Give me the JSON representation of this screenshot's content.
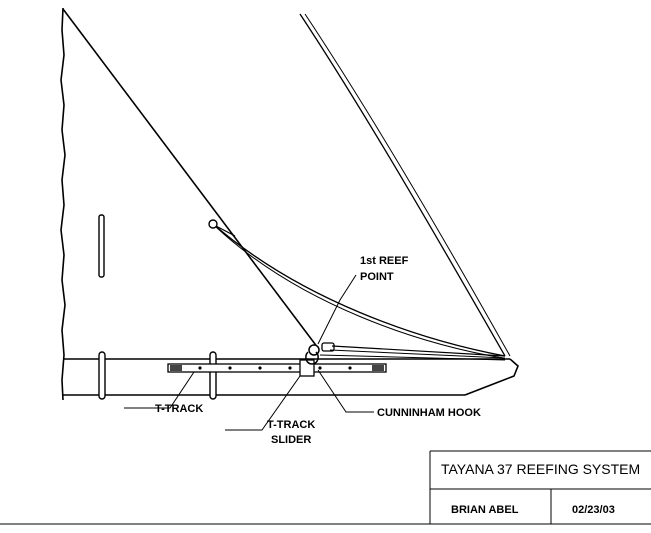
{
  "labels": {
    "reef_point_line1": "1st REEF",
    "reef_point_line2": "POINT",
    "t_track": "T-TRACK",
    "t_track_slider_line1": "T-TRACK",
    "t_track_slider_line2": "SLIDER",
    "cunningham_hook": "CUNNINHAM HOOK"
  },
  "title_block": {
    "title": "TAYANA 37 REEFING SYSTEM",
    "author": "BRIAN ABEL",
    "date": "02/23/03"
  }
}
